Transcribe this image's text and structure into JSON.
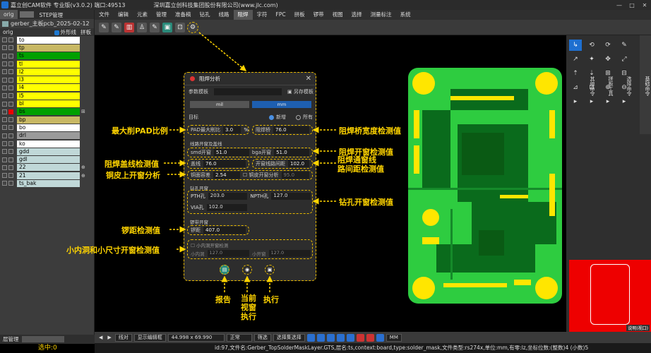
{
  "window": {
    "title": "嘉立创CAM软件 专业版(v3.0.2) 端口:49513",
    "company": "深圳嘉立创科技集团股份有限公司(www.jlc.com)",
    "controls": [
      "—",
      "□",
      "✕"
    ]
  },
  "left_panel": {
    "tabs": [
      "orig",
      "",
      "STEP管理"
    ],
    "job_name": "gerber_主板pcb_2025-02-12",
    "step": "orig",
    "col_outer": "外形线",
    "col_panel": "拼板",
    "layers": [
      {
        "name": "to",
        "color": "#ffffff",
        "end": ""
      },
      {
        "name": "tp",
        "color": "#c8b864",
        "end": ""
      },
      {
        "name": "ts",
        "color": "#00a000",
        "end": ""
      },
      {
        "name": "tl",
        "color": "#ffff00",
        "end": ""
      },
      {
        "name": "l2",
        "color": "#ffff00",
        "end": ""
      },
      {
        "name": "l3",
        "color": "#ffff00",
        "end": ""
      },
      {
        "name": "l4",
        "color": "#ffff00",
        "end": ""
      },
      {
        "name": "l5",
        "color": "#ffff00",
        "end": ""
      },
      {
        "name": "bl",
        "color": "#ffff00",
        "end": ""
      },
      {
        "name": "bs",
        "color": "#00a000",
        "end": "⊞"
      },
      {
        "name": "bp",
        "color": "#c8b864",
        "end": ""
      },
      {
        "name": "bo",
        "color": "#ffffff",
        "end": ""
      },
      {
        "name": "drl",
        "color": "#9a9a9a",
        "end": ""
      },
      {
        "name": "ko",
        "color": "#ffffff",
        "end": ""
      },
      {
        "name": "gdd",
        "color": "#c0d8d8",
        "end": ""
      },
      {
        "name": "gdl",
        "color": "#c0d8d8",
        "end": ""
      },
      {
        "name": "22",
        "color": "#c0d8d8",
        "end": "⊕"
      },
      {
        "name": "21",
        "color": "#c0d8d8",
        "end": "⊕"
      },
      {
        "name": "ts_bak",
        "color": "#c0d8d8",
        "end": ""
      }
    ],
    "bottom_tab": "层管理",
    "selected_count": "选中:0"
  },
  "menus": [
    "文件",
    "编辑",
    "元素",
    "管理",
    "准备稿",
    "钻孔",
    "线路",
    "阻焊",
    "字符",
    "FPC",
    "拼板",
    "锣带",
    "视图",
    "选择",
    "测量标注",
    "系统"
  ],
  "active_menu": "阻焊",
  "toolbar_icons": [
    "pen-icon",
    "pen-icon",
    "grid-icon",
    "person-icon",
    "pen-icon",
    "teal-icon",
    "frame-icon",
    "solder-analysis-icon"
  ],
  "dialog": {
    "title": "阻焊分析",
    "param_template_label": "参数模板",
    "save_as_label": "另存模板",
    "unit_mil": "mil",
    "unit_mm": "mm",
    "target_label": "目标",
    "target_new": "新增",
    "target_all": "所有",
    "pad_max_label": "PAD最大削比",
    "pad_max_value": "3.0",
    "pad_max_unit": "%",
    "bridge_label": "阻焊桥",
    "bridge_value": "76.0",
    "section_trace": "线路开窗及盖线",
    "smd_label": "smd开窗",
    "smd_value": "51.0",
    "bga_label": "bga开窗",
    "bga_value": "51.0",
    "cover_label": "盖线",
    "cover_value": "76.0",
    "windowtrace_label": "开窗线路间距",
    "windowtrace_value": "102.0",
    "copper_label": "铜面容差",
    "copper_value": "2.54",
    "copper_check_label": "铜皮开窗分析",
    "copper_check_value": "95.0",
    "section_drill": "钻孔开窗",
    "pth_label": "PTH孔",
    "pth_value": "203.0",
    "npth_label": "NPTH孔",
    "npth_value": "127.0",
    "via_label": "VIA孔",
    "via_value": "102.0",
    "section_gong": "锣带开窗",
    "gong_label": "锣距",
    "gong_value": "407.0",
    "small_check_label": "小内洞开窗检测",
    "small_hole_label": "小内洞",
    "small_hole_value": "127.0",
    "small_window_label": "小开窗",
    "small_window_value": "127.0"
  },
  "callouts": {
    "pad_max": "最大削PAD比例",
    "bridge": "阻焊桥宽度检测值",
    "smd_bga": "阻焊开窗检测值",
    "cover": "阻焊盖线检测值",
    "windowtrace": "阻焊通窗线\n路间距检测值",
    "copper": "铜皮上开窗分析",
    "drill": "钻孔开窗检测值",
    "gong": "锣距检测值",
    "small": "小内洞和小尺寸开窗检测值",
    "report": "报告",
    "current": "当前\n视窗\n执行",
    "execute": "执行"
  },
  "right_panel": {
    "side_labels": [
      "基础命令",
      "选择命令",
      "拼板工具",
      "其他命令"
    ],
    "tools": [
      "↳",
      "⟲",
      "⟳",
      "✎",
      "↗",
      "✦",
      "✥",
      "⤢",
      "⇡",
      "⇣",
      "⊞",
      "⊟",
      "⊿",
      "⊡",
      "⊕",
      "⊖",
      "▸",
      "▸",
      "▸",
      "▸"
    ],
    "minimap_label": "说明(视口)"
  },
  "bottom_bar": {
    "mode": "线对",
    "display_btn": "显示编辑框",
    "coord": "44.998 x 69.990",
    "view_mode": "正常",
    "unit": "MM",
    "filter": "筛选",
    "sel_btn": "选择集选择"
  },
  "status": "id:97,文件名:Gerber_TopSolderMaskLayer.GTS,层名:ts,context:board,type:solder_mask,文件类型:rs274x,单位:mm,有零:lz,坐标位数:(整数)4 (小数)5"
}
